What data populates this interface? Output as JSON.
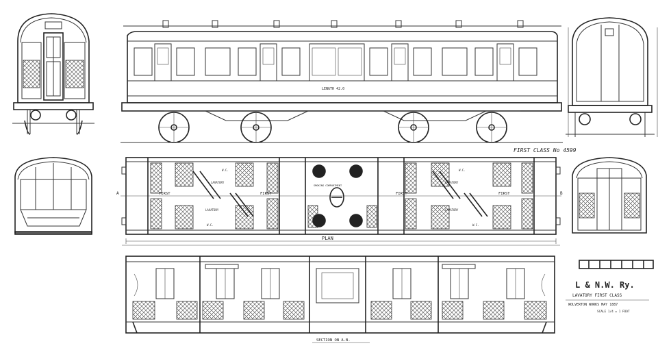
{
  "drawing": {
    "elevation_label": "FIRST CLASS  No 4599",
    "plan_label": "PLAN",
    "section_label": "SECTION ON A.B.",
    "side_panel_text": "LENGTH 42.0",
    "plan_compartments": [
      "FIRST",
      "FIRST",
      "FIRST",
      "FIRST"
    ],
    "plan_lavatories": [
      "LAVATORY",
      "LAVATORY",
      "LAVATORY",
      "LAVATORY"
    ],
    "plan_wc": [
      "W.C.",
      "W.C.",
      "W.C.",
      "W.C."
    ],
    "plan_smoking": "SMOKING COMPARTMENT",
    "plan_small_labels": [
      "A",
      "B"
    ]
  },
  "title_block": {
    "company": "L & N.W. Ry.",
    "subtitle": "LAVATORY  FIRST  CLASS",
    "works": "WOLVERTON WORKS  MAY 1887",
    "scale": "SCALE 1/4 = 1 FOOT"
  },
  "colors": {
    "ink": "#222222",
    "paper": "#ffffff"
  }
}
